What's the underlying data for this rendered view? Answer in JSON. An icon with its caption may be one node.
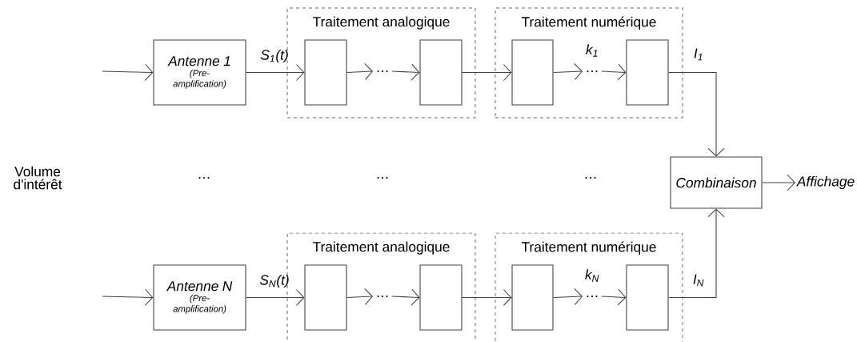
{
  "diagram": {
    "nodes": [
      {
        "text": [
          "Antenne 1",
          "(Pre-amplification)"
        ]
      },
      {
        "text": [
          "Traitement analogique"
        ]
      },
      {
        "text": [],
        "shape": "box",
        "in": 1
      },
      {
        "text": [
          "…"
        ],
        "in": 1
      },
      {
        "text": [],
        "shape": "box",
        "in": 1
      },
      {
        "text": [
          "Traitement numérique"
        ]
      },
      {
        "text": [],
        "shape": "box",
        "in": 5
      },
      {
        "text": [
          "…"
        ],
        "beside": [
          "k$_{1}$"
        ],
        "in": 5
      },
      {
        "text": [],
        "shape": "box",
        "in": 5
      },
      {
        "text": [
          "Combinaison"
        ]
      },
      {
        "text": [
          "Affichage"
        ]
      },
      {
        "text": [
          "Antenne N",
          "(Pre-amplification)"
        ]
      },
      {
        "text": [
          "Traitement analogique"
        ]
      },
      {
        "text": [],
        "shape": "box",
        "in": 12
      },
      {
        "text": [
          "…"
        ],
        "in": 12
      },
      {
        "text": [],
        "shape": "box",
        "in": 12
      },
      {
        "text": [
          "Traitement numérique"
        ]
      },
      {
        "text": [],
        "shape": "box",
        "in": 16
      },
      {
        "text": [
          "…"
        ],
        "beside": [
          "k$_{N}$"
        ],
        "in": 16
      },
      {
        "text": [],
        "shape": "box",
        "in": 16
      }
    ],
    "edges": [
      {
        "from": null,
        "to": 0,
        "arrow": "to"
      },
      {
        "from": 0,
        "to": 2,
        "arrow": "to",
        "label": "S$_{1}$(t)"
      },
      {
        "from": 2,
        "to": 3,
        "arrow": "to"
      },
      {
        "from": 3,
        "to": 4,
        "arrow": "to"
      },
      {
        "from": 4,
        "to": 6,
        "arrow": "to"
      },
      {
        "from": 6,
        "to": 7,
        "arrow": "to"
      },
      {
        "from": 7,
        "to": 8,
        "arrow": "to"
      },
      {
        "from": 8,
        "to": 9,
        "arrow": "to",
        "label": "I$_{1}$"
      },
      {
        "from": 9,
        "to": 10,
        "arrow": "to"
      },
      {
        "from": null,
        "to": 11,
        "arrow": "to"
      },
      {
        "from": 11,
        "to": 13,
        "arrow": "to",
        "label": "S$_{N}$(t)"
      },
      {
        "from": 13,
        "to": 14,
        "arrow": "to"
      },
      {
        "from": 14,
        "to": 15,
        "arrow": "to"
      },
      {
        "from": 15,
        "to": 17,
        "arrow": "to"
      },
      {
        "from": 17,
        "to": 18,
        "arrow": "to"
      },
      {
        "from": 18,
        "to": 19,
        "arrow": "to"
      },
      {
        "from": 19,
        "to": 9,
        "arrow": "to",
        "label": "I$_{N}$"
      }
    ],
    "labels": [
      "Volume d'intérêt",
      "…",
      "…",
      "…"
    ]
  }
}
